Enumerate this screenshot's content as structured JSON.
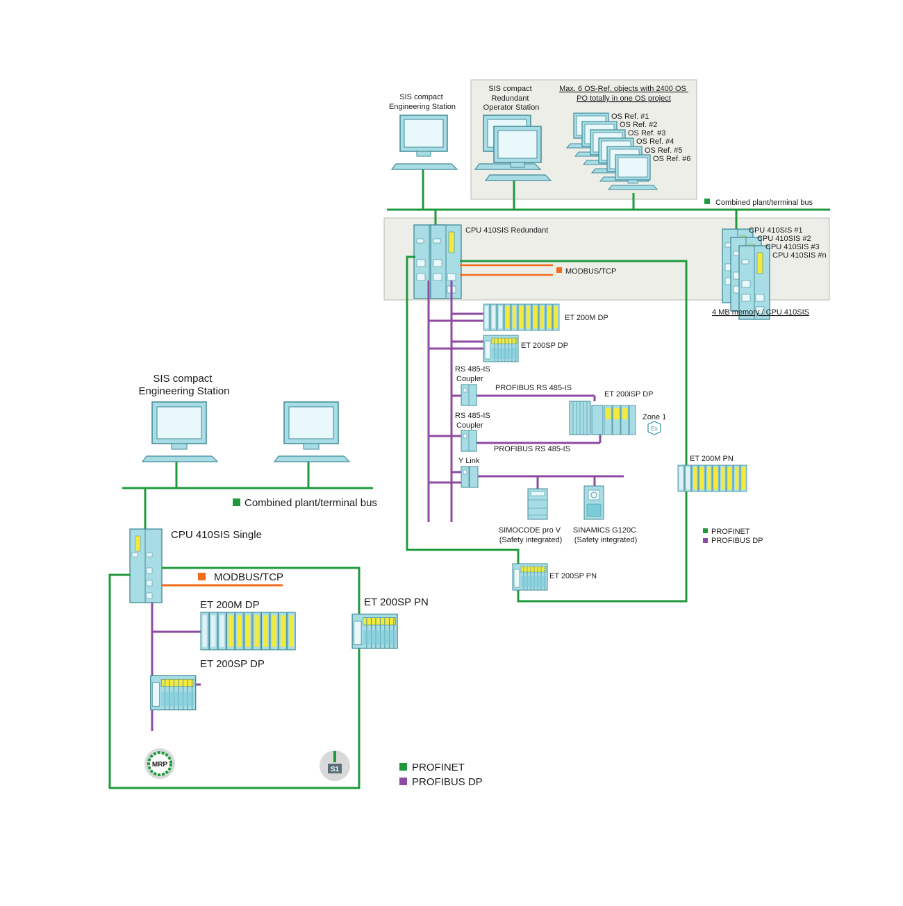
{
  "colors": {
    "profinet": "#1e9a3c",
    "profibus": "#8e4aa0",
    "modbus": "#f26b1d",
    "panel_fill": "#eeeee9",
    "panel_stroke": "#b8b8b2",
    "device_fill": "#a9dde6",
    "device_stroke": "#3f8a96",
    "module_yellow": "#f3ea3c"
  },
  "top": {
    "eng_station": [
      "SIS compact",
      "Engineering Station"
    ],
    "redundant_os": [
      "SIS compact",
      "Redundant",
      "Operator Station"
    ],
    "os_ref_note": [
      "Max. 6 OS-Ref. objects with 2400 OS",
      "PO totally in one OS project"
    ],
    "os_refs": [
      "OS Ref. #1",
      "OS Ref. #2",
      "OS Ref. #3",
      "OS Ref. #4",
      "OS Ref. #5",
      "OS Ref. #6"
    ],
    "bus_label": "Combined plant/terminal bus",
    "cpu_redundant": "CPU 410SIS Redundant",
    "modbus": "MODBUS/TCP",
    "cpu_list": [
      "CPU 410SIS #1",
      "CPU 410SIS #2",
      "CPU 410SIS #3",
      "CPU 410SIS #n"
    ],
    "memory_note": "4 MB memory / CPU 410SIS",
    "et200m_dp": "ET 200M DP",
    "et200sp_dp": "ET 200SP DP",
    "coupler1": [
      "RS 485-IS",
      "Coupler"
    ],
    "coupler2": [
      "RS 485-IS",
      "Coupler"
    ],
    "profibus_rs485_1": "PROFIBUS RS 485-IS",
    "profibus_rs485_2": "PROFIBUS RS 485-IS",
    "et200isp": "ET 200iSP DP",
    "zone": "Zone 1",
    "ex_symbol": "Ex",
    "ylink": "Y Link",
    "simocode": [
      "SIMOCODE pro V",
      "(Safety integrated)"
    ],
    "sinamics": [
      "SINAMICS G120C",
      "(Safety integrated)"
    ],
    "et200m_pn": "ET 200M PN",
    "et200sp_pn": "ET 200SP PN",
    "legend": [
      "PROFINET",
      "PROFIBUS DP"
    ]
  },
  "bottom": {
    "eng_station": [
      "SIS compact",
      "Engineering Station"
    ],
    "bus_label": "Combined plant/terminal bus",
    "cpu_single": "CPU 410SIS Single",
    "modbus": "MODBUS/TCP",
    "et200m_dp": "ET 200M DP",
    "et200sp_dp": "ET 200SP DP",
    "et200sp_pn": "ET 200SP PN",
    "mrp_badge": "MRP",
    "s1_badge": "S1",
    "legend": [
      "PROFINET",
      "PROFIBUS DP"
    ]
  }
}
